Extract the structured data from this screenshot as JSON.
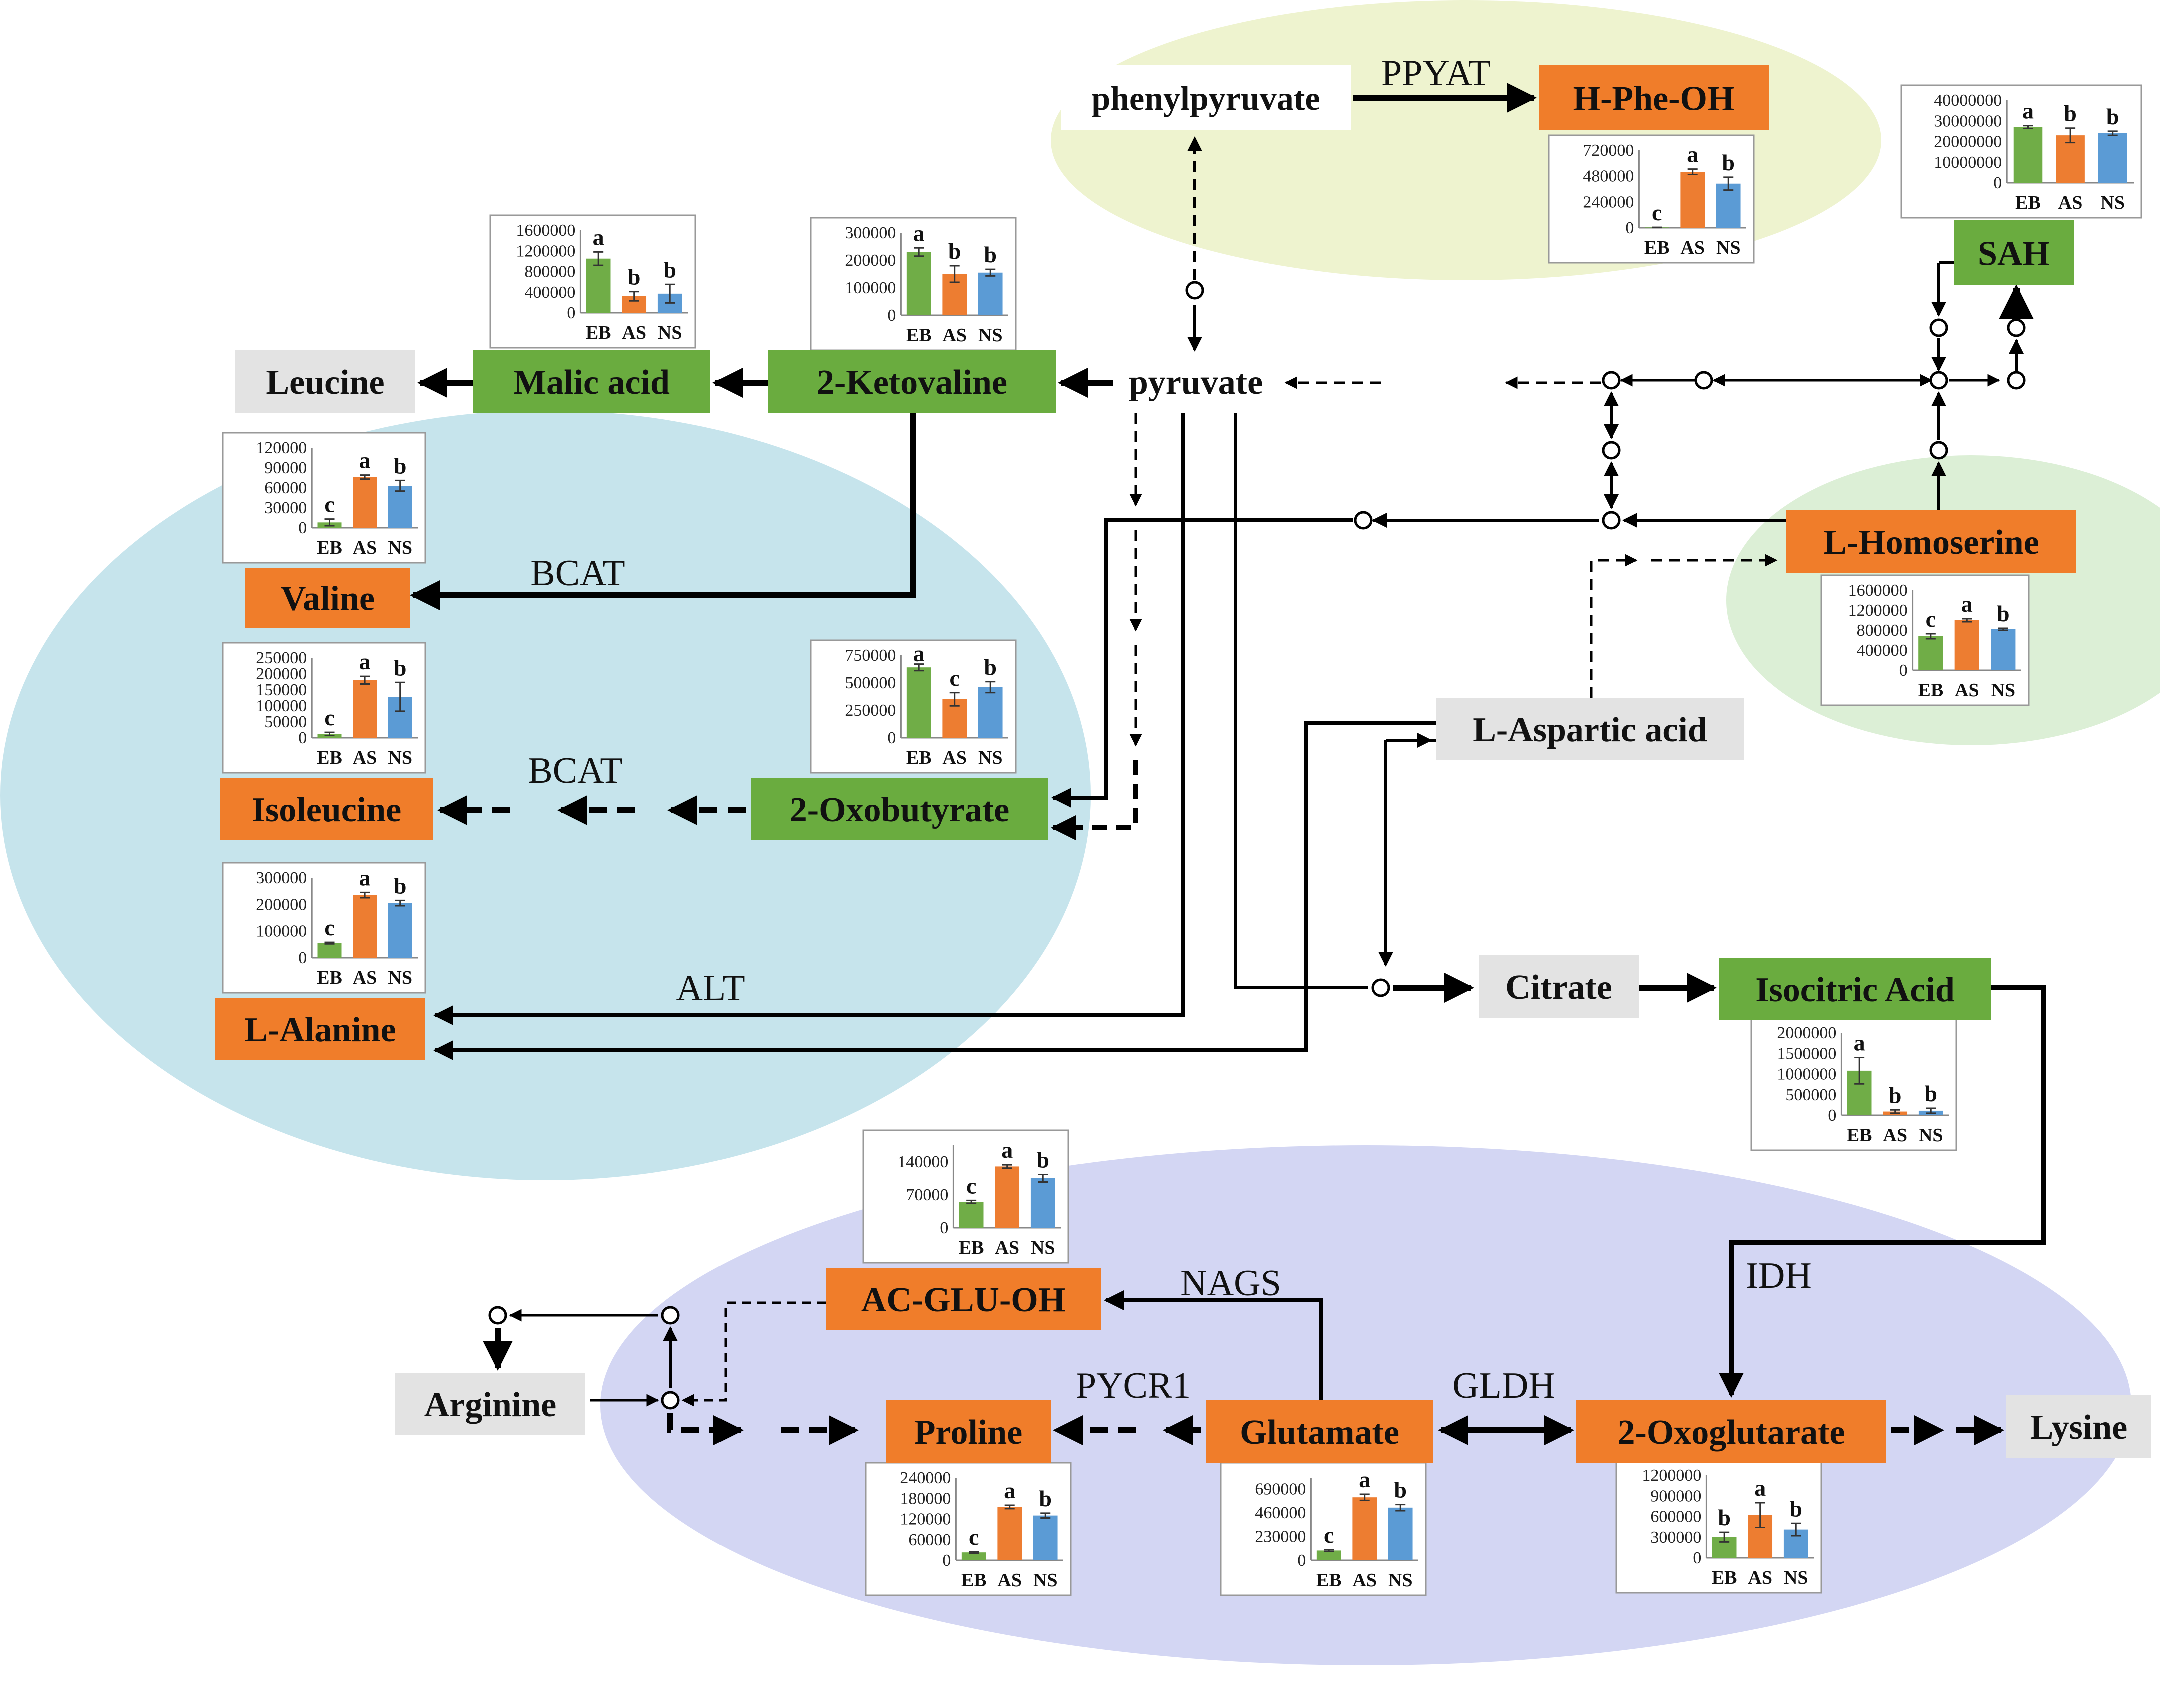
{
  "colors": {
    "green_box": "#6aac3f",
    "orange_box": "#f07d2a",
    "grey_box": "#e3e3e3",
    "bar_eb": "#70ad47",
    "bar_as": "#ed7d31",
    "bar_ns": "#5b9bd5",
    "ellipse_yellow": "#eef3cf",
    "ellipse_green": "#dcefd6",
    "ellipse_blue": "#c6e4ec",
    "ellipse_purple": "#d3d6f3"
  },
  "nodes": {
    "phenylpyruvate": "phenylpyruvate",
    "hpheoh": "H-Phe-OH",
    "sah": "SAH",
    "leucine": "Leucine",
    "malic": "Malic acid",
    "ketovaline": "2-Ketovaline",
    "pyruvate": "pyruvate",
    "valine": "Valine",
    "lhomoserine": "L-Homoserine",
    "aspartic": "L-Aspartic acid",
    "isoleucine": "Isoleucine",
    "oxobutyrate": "2-Oxobutyrate",
    "alanine": "L-Alanine",
    "citrate": "Citrate",
    "isocitric": "Isocitric Acid",
    "acgluoh": "AC-GLU-OH",
    "arginine": "Arginine",
    "proline": "Proline",
    "glutamate": "Glutamate",
    "oxoglutarate": "2-Oxoglutarate",
    "lysine": "Lysine"
  },
  "enzymes": {
    "ppyat": "PPYAT",
    "bcat1": "BCAT",
    "bcat2": "BCAT",
    "alt": "ALT",
    "idh": "IDH",
    "nags": "NAGS",
    "pycr1": "PYCR1",
    "gldh": "GLDH"
  },
  "groups": [
    "EB",
    "AS",
    "NS"
  ],
  "chart_data": [
    {
      "type": "bar",
      "metabolite": "H-Phe-OH",
      "categories": [
        "EB",
        "AS",
        "NS"
      ],
      "values": [
        3000,
        520000,
        410000
      ],
      "errors": [
        1000,
        25000,
        60000
      ],
      "letters": [
        "c",
        "a",
        "b"
      ],
      "yticks": [
        "0",
        "240000",
        "480000",
        "720000"
      ],
      "ylim": [
        0,
        720000
      ]
    },
    {
      "type": "bar",
      "metabolite": "SAH",
      "categories": [
        "EB",
        "AS",
        "NS"
      ],
      "values": [
        27000000,
        23000000,
        24000000
      ],
      "errors": [
        700000,
        3500000,
        1000000
      ],
      "letters": [
        "a",
        "b",
        "b"
      ],
      "yticks": [
        "0",
        "10000000",
        "20000000",
        "30000000",
        "40000000"
      ],
      "ylim": [
        0,
        40000000
      ]
    },
    {
      "type": "bar",
      "metabolite": "Malic acid",
      "categories": [
        "EB",
        "AS",
        "NS"
      ],
      "values": [
        1050000,
        320000,
        370000
      ],
      "errors": [
        130000,
        90000,
        180000
      ],
      "letters": [
        "a",
        "b",
        "b"
      ],
      "yticks": [
        "0",
        "400000",
        "800000",
        "1200000",
        "1600000"
      ],
      "ylim": [
        0,
        1600000
      ]
    },
    {
      "type": "bar",
      "metabolite": "2-Ketovaline",
      "categories": [
        "EB",
        "AS",
        "NS"
      ],
      "values": [
        230000,
        150000,
        155000
      ],
      "errors": [
        15000,
        30000,
        12000
      ],
      "letters": [
        "a",
        "b",
        "b"
      ],
      "yticks": [
        "0",
        "100000",
        "200000",
        "300000"
      ],
      "ylim": [
        0,
        300000
      ]
    },
    {
      "type": "bar",
      "metabolite": "Valine",
      "categories": [
        "EB",
        "AS",
        "NS"
      ],
      "values": [
        8000,
        76000,
        63000
      ],
      "errors": [
        5000,
        3000,
        8000
      ],
      "letters": [
        "c",
        "a",
        "b"
      ],
      "yticks": [
        "0",
        "30000",
        "60000",
        "90000",
        "120000"
      ],
      "ylim": [
        0,
        120000
      ]
    },
    {
      "type": "bar",
      "metabolite": "L-Homoserine",
      "categories": [
        "EB",
        "AS",
        "NS"
      ],
      "values": [
        680000,
        1000000,
        820000
      ],
      "errors": [
        50000,
        30000,
        20000
      ],
      "letters": [
        "c",
        "a",
        "b"
      ],
      "yticks": [
        "0",
        "400000",
        "800000",
        "1200000",
        "1600000"
      ],
      "ylim": [
        0,
        1600000
      ]
    },
    {
      "type": "bar",
      "metabolite": "Isoleucine",
      "categories": [
        "EB",
        "AS",
        "NS"
      ],
      "values": [
        12000,
        180000,
        128000
      ],
      "errors": [
        5000,
        12000,
        45000
      ],
      "letters": [
        "c",
        "a",
        "b"
      ],
      "yticks": [
        "0",
        "50000",
        "100000",
        "150000",
        "200000",
        "250000"
      ],
      "ylim": [
        0,
        250000
      ]
    },
    {
      "type": "bar",
      "metabolite": "2-Oxobutyrate",
      "categories": [
        "EB",
        "AS",
        "NS"
      ],
      "values": [
        640000,
        350000,
        460000
      ],
      "errors": [
        30000,
        60000,
        50000
      ],
      "letters": [
        "a",
        "c",
        "b"
      ],
      "yticks": [
        "0",
        "250000",
        "500000",
        "750000"
      ],
      "ylim": [
        0,
        750000
      ]
    },
    {
      "type": "bar",
      "metabolite": "L-Alanine",
      "categories": [
        "EB",
        "AS",
        "NS"
      ],
      "values": [
        55000,
        235000,
        205000
      ],
      "errors": [
        3000,
        10000,
        10000
      ],
      "letters": [
        "c",
        "a",
        "b"
      ],
      "yticks": [
        "0",
        "100000",
        "200000",
        "300000"
      ],
      "ylim": [
        0,
        300000
      ]
    },
    {
      "type": "bar",
      "metabolite": "Isocitric Acid",
      "categories": [
        "EB",
        "AS",
        "NS"
      ],
      "values": [
        1080000,
        90000,
        110000
      ],
      "errors": [
        320000,
        40000,
        60000
      ],
      "letters": [
        "a",
        "b",
        "b"
      ],
      "yticks": [
        "0",
        "500000",
        "1000000",
        "1500000",
        "2000000"
      ],
      "ylim": [
        0,
        2000000
      ]
    },
    {
      "type": "bar",
      "metabolite": "AC-GLU-OH",
      "categories": [
        "EB",
        "AS",
        "NS"
      ],
      "values": [
        55000,
        130000,
        105000
      ],
      "errors": [
        3000,
        3500,
        8000
      ],
      "letters": [
        "c",
        "a",
        "b"
      ],
      "yticks": [
        "0",
        "70000",
        "140000"
      ],
      "ylim": [
        0,
        175000
      ]
    },
    {
      "type": "bar",
      "metabolite": "Proline",
      "categories": [
        "EB",
        "AS",
        "NS"
      ],
      "values": [
        23000,
        155000,
        130000
      ],
      "errors": [
        2000,
        5000,
        7000
      ],
      "letters": [
        "c",
        "a",
        "b"
      ],
      "yticks": [
        "0",
        "60000",
        "120000",
        "180000",
        "240000"
      ],
      "ylim": [
        0,
        240000
      ]
    },
    {
      "type": "bar",
      "metabolite": "Glutamate",
      "categories": [
        "EB",
        "AS",
        "NS"
      ],
      "values": [
        95000,
        610000,
        510000
      ],
      "errors": [
        8000,
        30000,
        30000
      ],
      "letters": [
        "c",
        "a",
        "b"
      ],
      "yticks": [
        "0",
        "230000",
        "460000",
        "690000"
      ],
      "ylim": [
        0,
        800000
      ]
    },
    {
      "type": "bar",
      "metabolite": "2-Oxoglutarate",
      "categories": [
        "EB",
        "AS",
        "NS"
      ],
      "values": [
        300000,
        620000,
        410000
      ],
      "errors": [
        70000,
        180000,
        90000
      ],
      "letters": [
        "b",
        "a",
        "b"
      ],
      "yticks": [
        "0",
        "300000",
        "600000",
        "900000",
        "1200000"
      ],
      "ylim": [
        0,
        1200000
      ]
    }
  ]
}
